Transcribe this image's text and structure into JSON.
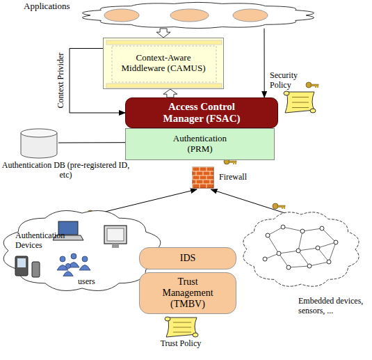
{
  "diagram": {
    "nodes": [
      {
        "text": [
          "Applications"
        ]
      },
      {
        "text": [
          "Context-Aware Middleware (CAMUS)"
        ]
      },
      {
        "text": [
          "Access Control Manager (FSAC)"
        ]
      },
      {
        "text": [
          "Authentication (PRM)"
        ]
      },
      {
        "text": [
          "Authentication DB (pre-registered ID, etc)"
        ]
      },
      {
        "text": [
          "Security Policy"
        ]
      },
      {
        "text": [
          "Firewall"
        ]
      },
      {
        "text": [
          "Authentication Devices",
          "users"
        ]
      },
      {
        "text": [
          "IDS"
        ]
      },
      {
        "text": [
          "Trust Management (TMBV)"
        ]
      },
      {
        "text": [
          "Trust Policy"
        ]
      },
      {
        "text": [
          "Embedded devices, sensors, ..."
        ]
      }
    ],
    "edges": [
      {
        "from": 0,
        "to": 1,
        "arrow": "to"
      },
      {
        "from": 2,
        "to": 1,
        "arrow": "to"
      },
      {
        "from": 1,
        "to": 2,
        "label": "Context Privider",
        "arrow": "to"
      },
      {
        "from": 0,
        "to": 2,
        "arrow": "to"
      },
      {
        "from": 4,
        "to": 3,
        "arrow": "none"
      },
      {
        "from": 7,
        "to": 6,
        "arrow": "to"
      },
      {
        "from": 11,
        "to": 6,
        "arrow": "to"
      }
    ]
  }
}
